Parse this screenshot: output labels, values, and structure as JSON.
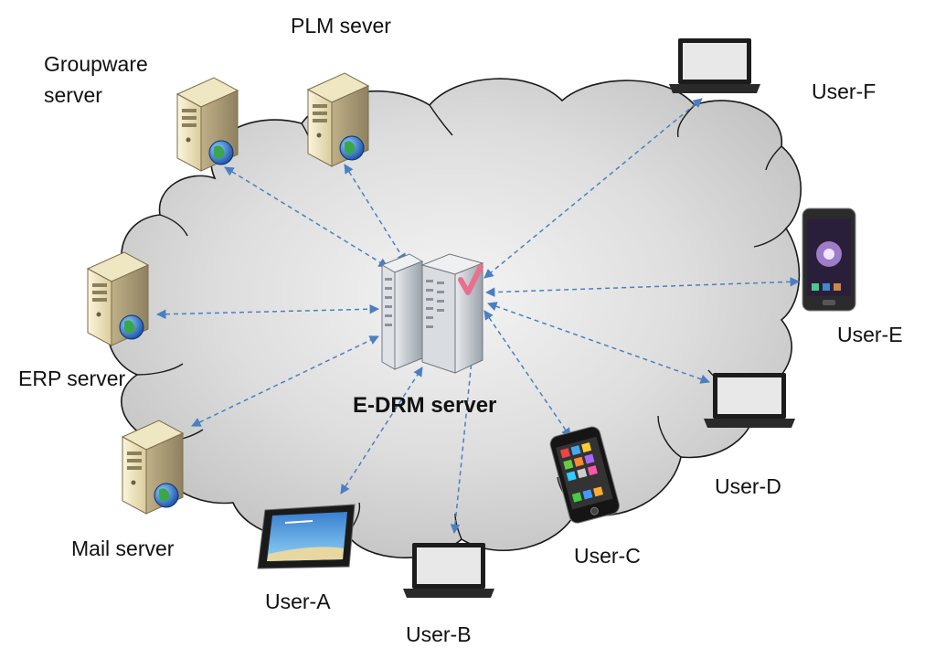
{
  "diagram": {
    "center": {
      "label": "E-DRM server",
      "icon": "rack-server-check-icon"
    },
    "servers": [
      {
        "id": "groupware",
        "label_line1": "Groupware",
        "label_line2": "server",
        "icon": "tower-server-globe-icon"
      },
      {
        "id": "plm",
        "label": "PLM sever",
        "icon": "tower-server-globe-icon"
      },
      {
        "id": "erp",
        "label": "ERP server",
        "icon": "tower-server-globe-icon"
      },
      {
        "id": "mail",
        "label": "Mail server",
        "icon": "tower-server-globe-icon"
      }
    ],
    "users": [
      {
        "id": "user-a",
        "label": "User-A",
        "device": "tablet-icon"
      },
      {
        "id": "user-b",
        "label": "User-B",
        "device": "laptop-icon"
      },
      {
        "id": "user-c",
        "label": "User-C",
        "device": "smartphone-icon"
      },
      {
        "id": "user-d",
        "label": "User-D",
        "device": "laptop-icon"
      },
      {
        "id": "user-e",
        "label": "User-E",
        "device": "smartphone-icon"
      },
      {
        "id": "user-f",
        "label": "User-F",
        "device": "laptop-icon"
      }
    ],
    "connection_style": "dashed bidirectional arrows",
    "colors": {
      "arrow": "#4a7fc1",
      "cloud_fill": "#d4d4d4",
      "cloud_stroke": "#1a1a1a"
    }
  }
}
